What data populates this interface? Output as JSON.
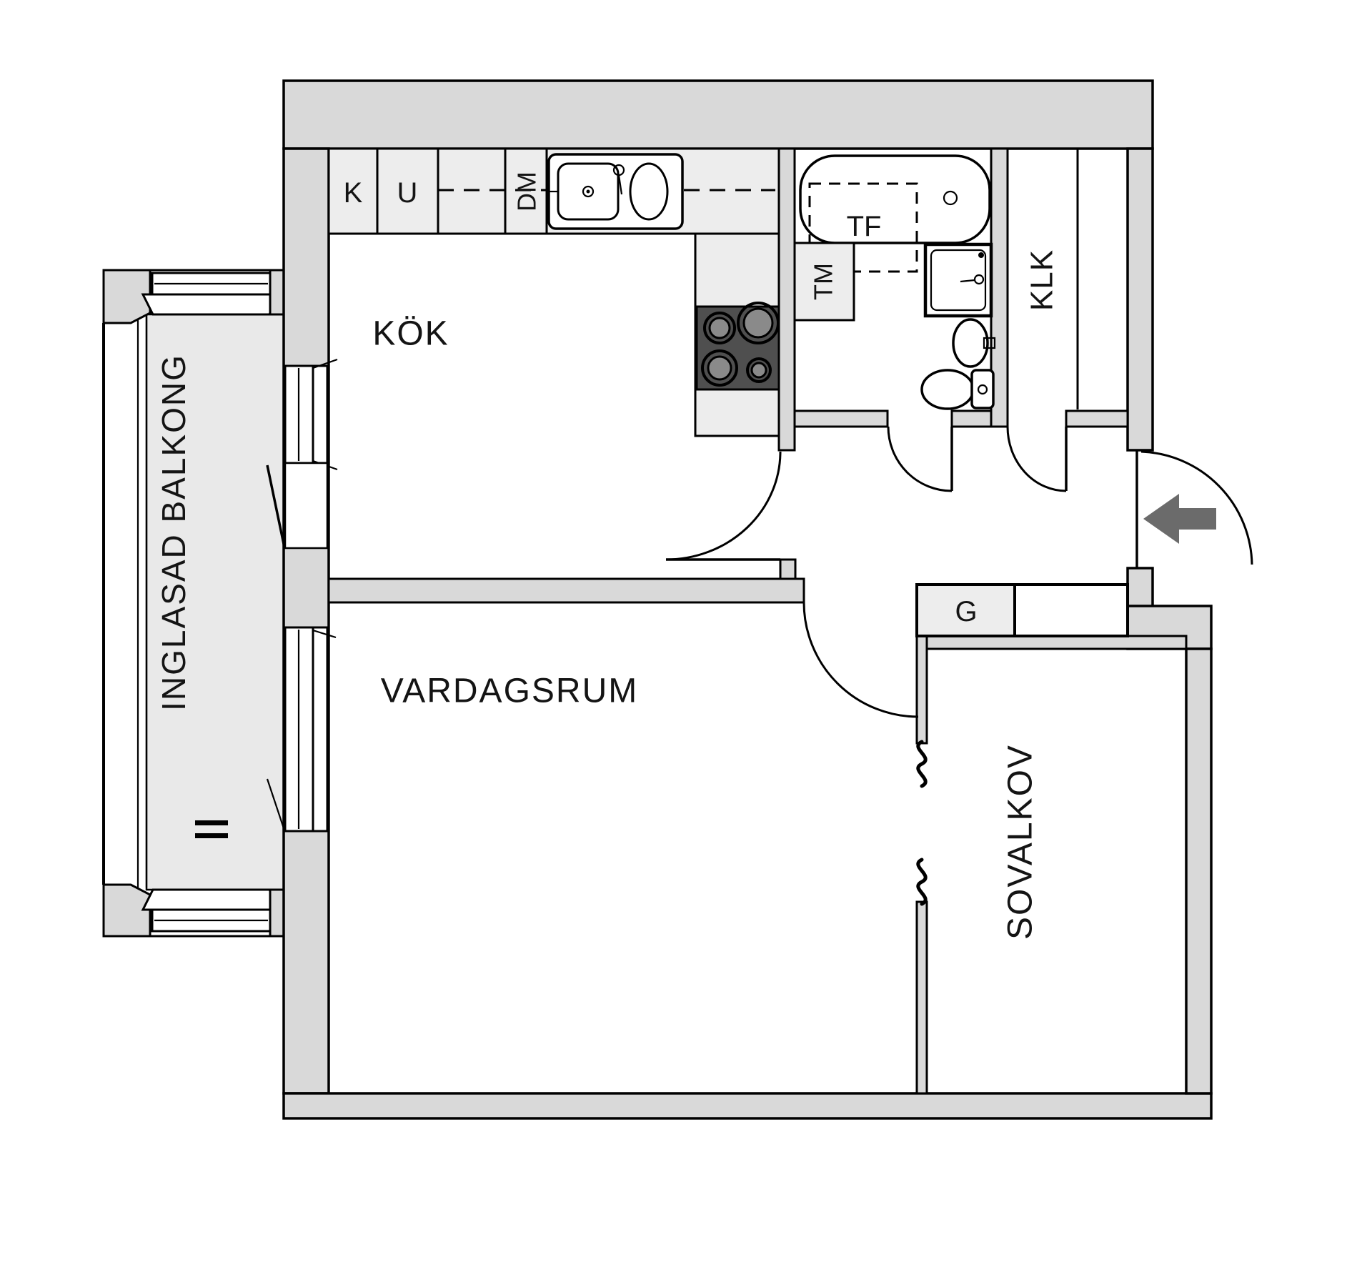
{
  "plan": {
    "type": "apartment-floor-plan",
    "rooms": {
      "kitchen": {
        "label": "KÖK"
      },
      "living": {
        "label": "VARDAGSRUM"
      },
      "balcony": {
        "label": "INGLASAD BALKONG"
      },
      "alcove": {
        "label": "SOVALKOV"
      },
      "closet": {
        "label": "KLK"
      }
    },
    "fixtures": {
      "fridge": "K",
      "oven_cabinet": "U",
      "dishwasher": "DM",
      "washing_machine": "TM",
      "drying_cabinet": "TF",
      "wardrobe": "G"
    },
    "colors": {
      "wall_fill": "#d9d9d9",
      "cabinet_fill": "#ededed",
      "balcony_floor": "#e9e9e9",
      "stove_fill": "#4f4f4f",
      "burner_fill": "#8a8a8a",
      "arrow": "#6b6b6b",
      "line": "#000000"
    }
  }
}
